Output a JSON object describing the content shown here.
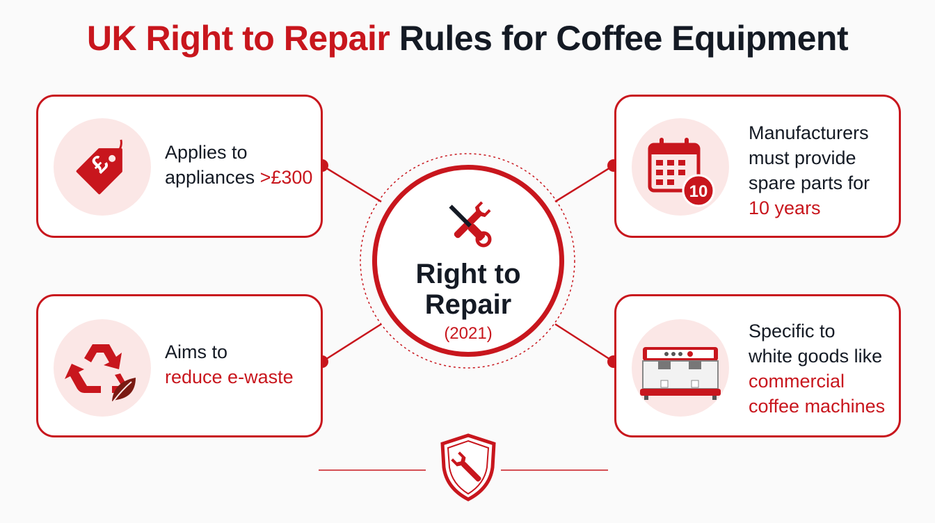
{
  "title": {
    "part1": "UK Right to Repair",
    "part2": " Rules for Coffee Equipment"
  },
  "center": {
    "title": "Right to Repair",
    "year": "(2021)"
  },
  "cards": [
    {
      "lines": [
        "Applies to"
      ],
      "plain": "appliances ",
      "highlight": ">£300",
      "icon": "price-tag-pound-icon"
    },
    {
      "lines": [
        "Manufacturers",
        "must provide",
        "spare parts for"
      ],
      "highlight": "10 years",
      "icon": "calendar-icon",
      "badge": "10"
    },
    {
      "lines": [
        "Aims to"
      ],
      "highlight": "reduce e-waste",
      "icon": "recycle-leaf-icon"
    },
    {
      "lines": [
        "Specific to",
        "white goods like"
      ],
      "highlight_lines": [
        "commercial",
        "coffee machines"
      ],
      "icon": "coffee-machine-icon"
    }
  ],
  "colors": {
    "accent": "#c8161d",
    "text": "#141a24",
    "icon_bg": "#fbe7e6"
  },
  "footer_icon": "shield-wrench-icon"
}
